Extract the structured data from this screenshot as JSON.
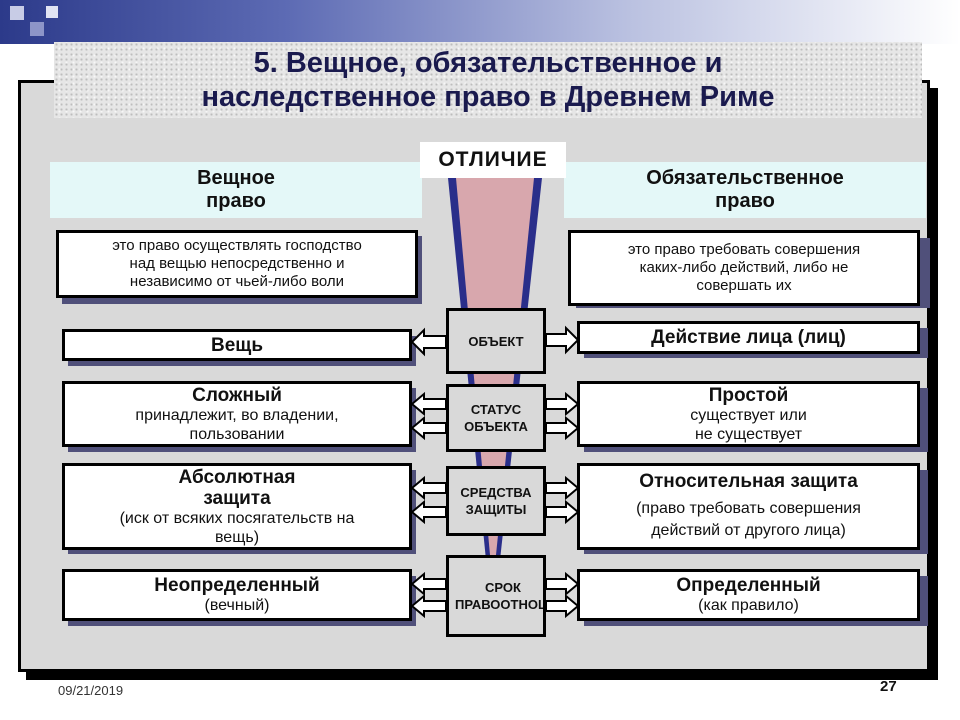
{
  "title": "5. Вещное, обязательственное и\nнаследственное право в Древнем Риме",
  "center_header": "ОТЛИЧИЕ",
  "left_header": "Вещное\nправо",
  "right_header": "Обязательственное\nправо",
  "left_definition": "это право осуществлять господство\nнад вещью непосредственно и\nнезависимо  от чьей-либо воли",
  "right_definition": "это право требовать совершения\nкаких-либо действий, либо не\nсовершать их",
  "rows": [
    {
      "criterion": "ОБЪЕКТ",
      "left_title": "Вещь",
      "left_sub": "",
      "right_title": "Действие лица (лиц)",
      "right_sub": ""
    },
    {
      "criterion": "СТАТУС\nОБЪЕКТА",
      "left_title": "Сложный",
      "left_sub": "принадлежит, во владении,\nпользовании",
      "right_title": "Простой",
      "right_sub": "существует или\nне существует"
    },
    {
      "criterion": "СРЕДСТВА\nЗАЩИТЫ",
      "left_title": "Абсолютная\nзащита",
      "left_sub": "(иск от всяких посягательств на\nвещь)",
      "right_title": "Относительная защита",
      "right_sub": "(право требовать совершения\nдействий от другого лица)"
    },
    {
      "criterion": "СРОК\nПРАВООТНОШ",
      "left_title": "Неопределенный",
      "left_sub": "(вечный)",
      "right_title": "Определенный",
      "right_sub": "(как правило)"
    }
  ],
  "date": "09/21/2019",
  "page_number": "27",
  "colors": {
    "title_text": "#1a1a4e",
    "header_bg": "#e4f8f8",
    "frame_bg": "#d9d9d9",
    "shadow": "#50507a",
    "funnel_fill": "#d8a7ad",
    "funnel_edge": "#2a2e8a"
  }
}
